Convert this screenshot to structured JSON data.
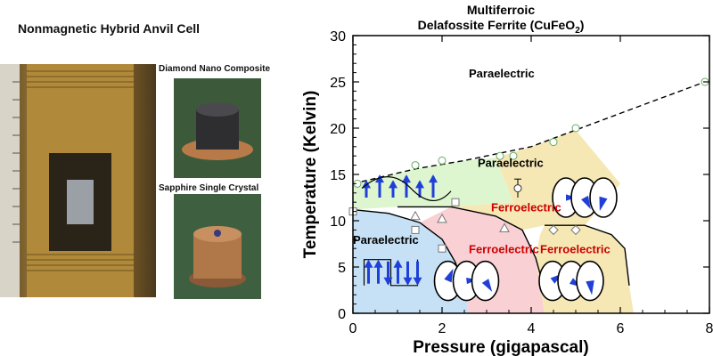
{
  "left_panel": {
    "title": "Nonmagnetic Hybrid Anvil Cell",
    "caption_top": "Diamond Nano Composite",
    "caption_bottom": "Sapphire Single Crystal"
  },
  "chart_data": {
    "type": "scatter",
    "title_line1": "Multiferroic",
    "title_line2": "Delafossite Ferrite  (CuFeO",
    "title_sub": "2",
    "title_tail": ")",
    "xlabel": "Pressure  (gigapascal)",
    "ylabel": "Temperature  (Kelvin)",
    "xlim": [
      0,
      8
    ],
    "ylim": [
      0,
      30
    ],
    "x_ticks": [
      "0",
      "2",
      "4",
      "6",
      "8"
    ],
    "y_ticks": [
      "0",
      "5",
      "10",
      "15",
      "20",
      "25",
      "30"
    ],
    "regions": [
      {
        "label": "Paraelectric",
        "x": 2.6,
        "y": 25.5,
        "color": "#000000"
      },
      {
        "label": "Paraelectric",
        "x": 2.8,
        "y": 15.8,
        "color": "#000000"
      },
      {
        "label": "Ferroelectric",
        "x": 3.1,
        "y": 11.0,
        "color": "#cc0000"
      },
      {
        "label": "Paraelectric",
        "x": 0.0,
        "y": 7.5,
        "color": "#000000"
      },
      {
        "label": "Ferroelectric",
        "x": 2.6,
        "y": 6.5,
        "color": "#cc0000"
      },
      {
        "label": "Ferroelectric",
        "x": 4.2,
        "y": 6.5,
        "color": "#cc0000"
      }
    ],
    "points_circle": [
      {
        "x": 0.1,
        "y": 14.0
      },
      {
        "x": 1.4,
        "y": 16.0
      },
      {
        "x": 2.0,
        "y": 16.5
      },
      {
        "x": 3.3,
        "y": 17.0
      },
      {
        "x": 3.6,
        "y": 17.0
      },
      {
        "x": 4.5,
        "y": 18.5
      },
      {
        "x": 5.0,
        "y": 20.0
      },
      {
        "x": 7.9,
        "y": 25.0
      }
    ],
    "points_triangle": [
      {
        "x": 1.4,
        "y": 10.5
      },
      {
        "x": 2.0,
        "y": 10.2
      },
      {
        "x": 3.4,
        "y": 9.2
      }
    ],
    "points_square": [
      {
        "x": 0.0,
        "y": 11.0
      },
      {
        "x": 1.4,
        "y": 9.0
      },
      {
        "x": 2.0,
        "y": 7.0
      },
      {
        "x": 2.3,
        "y": 12.0
      }
    ],
    "points_diamond": [
      {
        "x": 4.5,
        "y": 9.0
      },
      {
        "x": 5.0,
        "y": 9.0
      }
    ],
    "points_errorbar": [
      {
        "x": 3.7,
        "y": 13.5,
        "err": 1.0
      }
    ],
    "phase_lines": [
      {
        "name": "upper",
        "style": "dashed",
        "points": [
          [
            0,
            14.0
          ],
          [
            1.4,
            15.6
          ],
          [
            2.5,
            16.5
          ],
          [
            4.0,
            18.0
          ],
          [
            5.0,
            19.8
          ],
          [
            6.5,
            22.5
          ],
          [
            7.9,
            25.0
          ]
        ]
      },
      {
        "name": "lower-left",
        "style": "solid",
        "points": [
          [
            0,
            11.2
          ],
          [
            0.8,
            10.8
          ],
          [
            1.5,
            9.8
          ],
          [
            2.0,
            8.0
          ],
          [
            2.3,
            5.5
          ],
          [
            2.5,
            2.5
          ]
        ]
      },
      {
        "name": "middle",
        "style": "solid",
        "points": [
          [
            1.0,
            11.5
          ],
          [
            2.2,
            11.5
          ],
          [
            3.2,
            10.5
          ],
          [
            3.8,
            9.0
          ],
          [
            4.1,
            6.0
          ],
          [
            4.3,
            2.5
          ]
        ]
      },
      {
        "name": "right",
        "style": "solid",
        "points": [
          [
            4.3,
            9.5
          ],
          [
            5.2,
            9.5
          ],
          [
            5.8,
            8.5
          ],
          [
            6.1,
            7.0
          ],
          [
            6.2,
            3.0
          ]
        ]
      }
    ],
    "colors": {
      "paraelectric_region": "#bcdcf4",
      "ferro_low_region": "#f8c8cc",
      "ferro_mid_region": "#f4e4a8",
      "ferro_top_region": "#d8f4c8",
      "spin_arrow": "#1f3fd8"
    }
  }
}
